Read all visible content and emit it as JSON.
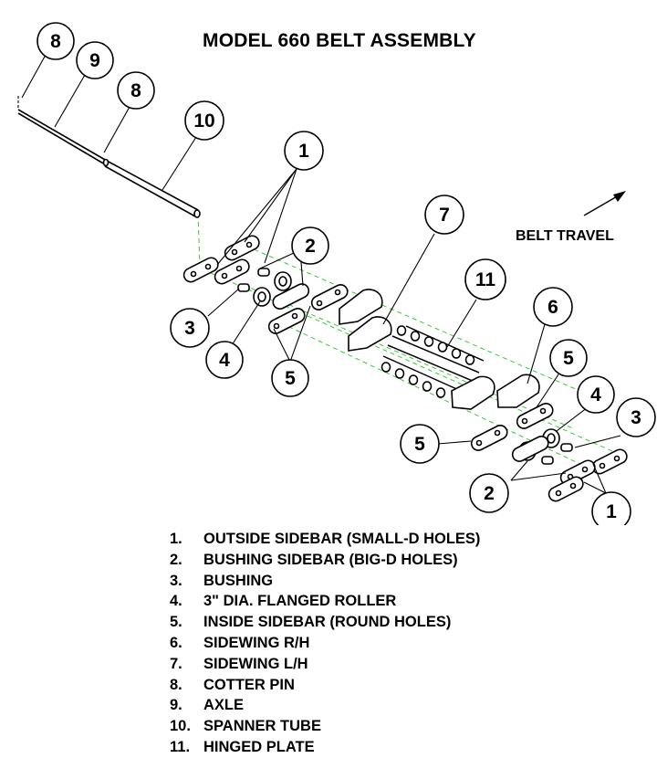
{
  "title": "MODEL 660 BELT ASSEMBLY",
  "belt_travel_label": "BELT TRAVEL",
  "callouts": [
    "8",
    "9",
    "8",
    "10",
    "1",
    "2",
    "3",
    "4",
    "5",
    "7",
    "11",
    "6",
    "5",
    "4",
    "3",
    "5",
    "2",
    "1"
  ],
  "legend": [
    {
      "num": "1.",
      "label": "OUTSIDE SIDEBAR (SMALL-D HOLES)"
    },
    {
      "num": "2.",
      "label": "BUSHING SIDEBAR (BIG-D HOLES)"
    },
    {
      "num": "3.",
      "label": "BUSHING"
    },
    {
      "num": "4.",
      "label": "3\" DIA. FLANGED ROLLER"
    },
    {
      "num": "5.",
      "label": "INSIDE SIDEBAR (ROUND HOLES)"
    },
    {
      "num": "6.",
      "label": "SIDEWING R/H"
    },
    {
      "num": "7.",
      "label": "SIDEWING L/H"
    },
    {
      "num": "8.",
      "label": "COTTER PIN"
    },
    {
      "num": "9.",
      "label": "AXLE"
    },
    {
      "num": "10.",
      "label": "SPANNER TUBE"
    },
    {
      "num": "11.",
      "label": "HINGED PLATE"
    }
  ]
}
